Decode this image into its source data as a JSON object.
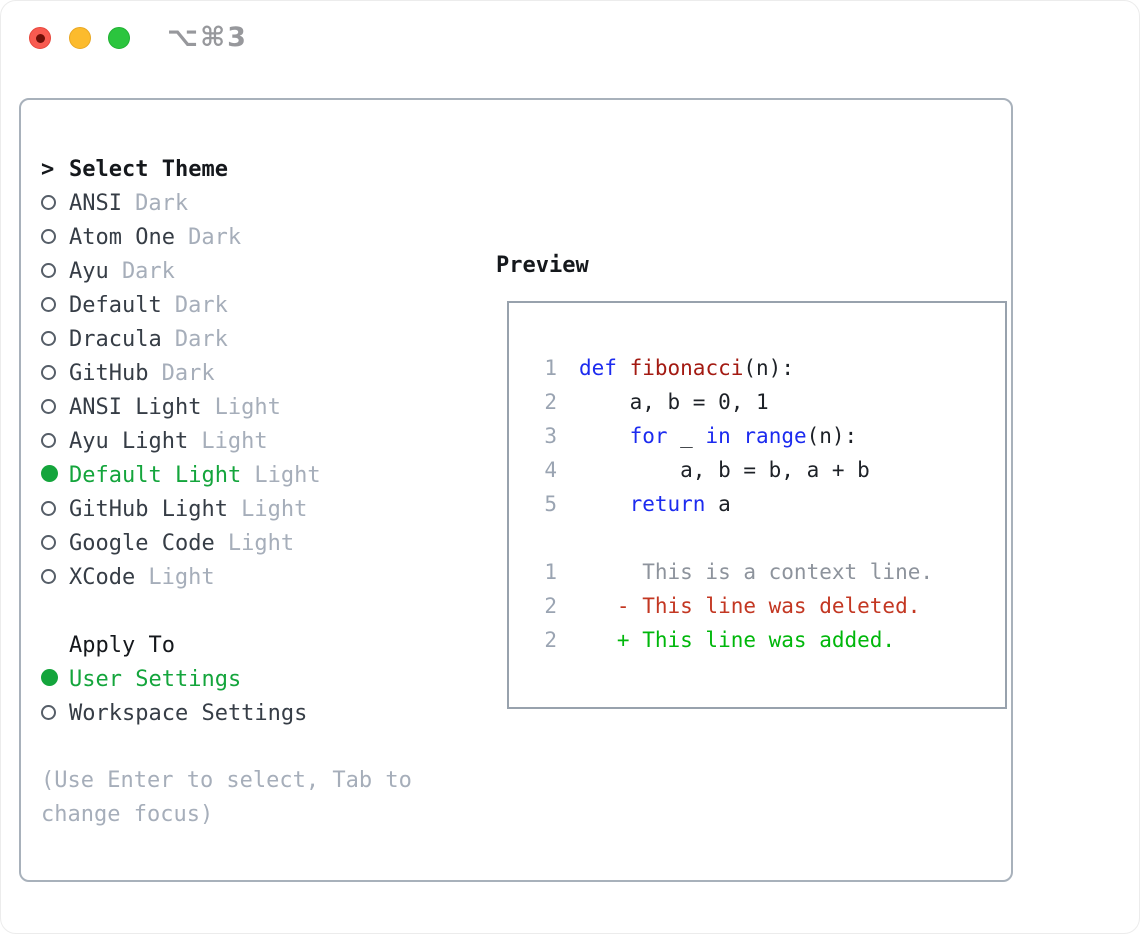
{
  "titlebar": {
    "shortcut": "⌥⌘3"
  },
  "theme_selector": {
    "prompt": ">",
    "title": "Select Theme",
    "items": [
      {
        "name": "ANSI",
        "variant": "Dark",
        "selected": false
      },
      {
        "name": "Atom One",
        "variant": "Dark",
        "selected": false
      },
      {
        "name": "Ayu",
        "variant": "Dark",
        "selected": false
      },
      {
        "name": "Default",
        "variant": "Dark",
        "selected": false
      },
      {
        "name": "Dracula",
        "variant": "Dark",
        "selected": false
      },
      {
        "name": "GitHub",
        "variant": "Dark",
        "selected": false
      },
      {
        "name": "ANSI Light",
        "variant": "Light",
        "selected": false
      },
      {
        "name": "Ayu Light",
        "variant": "Light",
        "selected": false
      },
      {
        "name": "Default Light",
        "variant": "Light",
        "selected": true
      },
      {
        "name": "GitHub Light",
        "variant": "Light",
        "selected": false
      },
      {
        "name": "Google Code",
        "variant": "Light",
        "selected": false
      },
      {
        "name": "XCode",
        "variant": "Light",
        "selected": false
      }
    ]
  },
  "apply_to": {
    "title": "Apply To",
    "options": [
      {
        "label": "User Settings",
        "selected": true
      },
      {
        "label": "Workspace Settings",
        "selected": false
      }
    ]
  },
  "hint": "(Use Enter to select, Tab to change focus)",
  "preview": {
    "title": "Preview",
    "code_lines": [
      {
        "number": "1",
        "tokens": [
          {
            "t": "def",
            "c": "kw"
          },
          {
            "t": " ",
            "c": "plain"
          },
          {
            "t": "fibonacci",
            "c": "fn"
          },
          {
            "t": "(n):",
            "c": "plain"
          }
        ]
      },
      {
        "number": "2",
        "tokens": [
          {
            "t": "    a, b = 0, 1",
            "c": "plain"
          }
        ]
      },
      {
        "number": "3",
        "tokens": [
          {
            "t": "    ",
            "c": "plain"
          },
          {
            "t": "for",
            "c": "kw"
          },
          {
            "t": " _ ",
            "c": "plain"
          },
          {
            "t": "in",
            "c": "kw"
          },
          {
            "t": " ",
            "c": "plain"
          },
          {
            "t": "range",
            "c": "kw"
          },
          {
            "t": "(n):",
            "c": "plain"
          }
        ]
      },
      {
        "number": "4",
        "tokens": [
          {
            "t": "        a, b = b, a + b",
            "c": "plain"
          }
        ]
      },
      {
        "number": "5",
        "tokens": [
          {
            "t": "    ",
            "c": "plain"
          },
          {
            "t": "return",
            "c": "kw"
          },
          {
            "t": " a",
            "c": "plain"
          }
        ]
      }
    ],
    "diff_lines": [
      {
        "number": "1",
        "kind": "context",
        "text": "     This is a context line."
      },
      {
        "number": "2",
        "kind": "deleted",
        "text": "   - This line was deleted."
      },
      {
        "number": "2",
        "kind": "added",
        "text": "   + This line was added."
      }
    ]
  },
  "colors": {
    "text_black": "#15181c",
    "text_dark": "#363d46",
    "muted": "#a6aeba",
    "hint": "#a6aeba",
    "radio_ring": "#565e68",
    "accent_green": "#14a53c",
    "keyword_blue": "#1c2bef",
    "function_red": "#a31a12",
    "deleted_red": "#c33722",
    "added_green": "#00b70b",
    "code_text": "#1d2127",
    "line_number": "#9aa4b2",
    "context_gray": "#8d939c",
    "border_panel": "#a8b1bb",
    "border_preview": "#98a2ad"
  }
}
